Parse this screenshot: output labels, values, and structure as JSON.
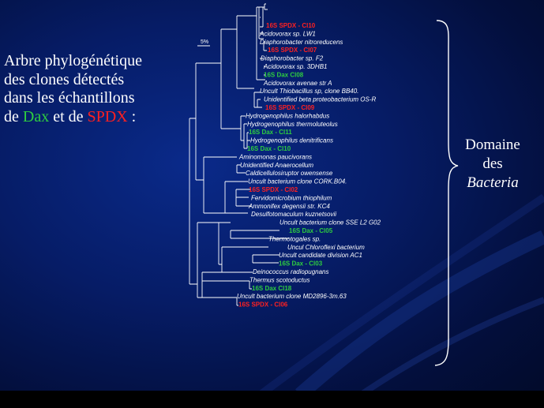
{
  "title": {
    "line1": "Arbre phylogénétique",
    "line2": "des clones détectés",
    "line3": "dans les échantillons",
    "line4_prefix": "de ",
    "dax_word": "Dax",
    "line4_mid": " et de ",
    "spdx_word": "SPDX",
    "line4_suffix": " :"
  },
  "domain": {
    "line1": "Domaine",
    "line2": "des",
    "line3": "Bacteria"
  },
  "scale_bar": "5%",
  "colors": {
    "dax": "#2ecc40",
    "spdx": "#ff2020",
    "text": "#ffffff"
  },
  "leaves": [
    {
      "label": "16S SPDX - Cl10",
      "group": "spdx"
    },
    {
      "label": "Acidovorax sp. LW1",
      "group": "ref"
    },
    {
      "label": "Diaphorobacter nitroreducens",
      "group": "ref"
    },
    {
      "label": "16S SPDX - Cl07",
      "group": "spdx"
    },
    {
      "label": "Diaphorobacter sp. F2",
      "group": "ref"
    },
    {
      "label": "Acidovorax sp. 3DHB1",
      "group": "ref"
    },
    {
      "label": "16S Dax Cl08",
      "group": "dax"
    },
    {
      "label": "Acidovorax avenae str A",
      "group": "ref"
    },
    {
      "label": "Uncult Thiobacillus sp, clone BB40.",
      "group": "ref"
    },
    {
      "label": "Unidentified beta proteobacterium OS-R",
      "group": "ref"
    },
    {
      "label": "16S SPDX - Cl09",
      "group": "spdx"
    },
    {
      "label": "Hydrogenophilus halorhabdus",
      "group": "ref"
    },
    {
      "label": "Hydrogenophilus thermoluteolus",
      "group": "ref"
    },
    {
      "label": "16S Dax - Cl11",
      "group": "dax"
    },
    {
      "label": "Hydrogenophilus denitrificans",
      "group": "ref"
    },
    {
      "label": "16S Dax - Cl10",
      "group": "dax"
    },
    {
      "label": "Aminomonas paucivorans",
      "group": "ref"
    },
    {
      "label": "Unidentified Anaerocellum",
      "group": "ref"
    },
    {
      "label": "Caldicellulosiruptor owensense",
      "group": "ref"
    },
    {
      "label": "Uncult bacterium clone CORK.B04.",
      "group": "ref"
    },
    {
      "label": "16S SPDX - Cl02",
      "group": "spdx"
    },
    {
      "label": "Fervidomicrobium thiophilum",
      "group": "ref"
    },
    {
      "label": "Ammonifex degensii str. KC4",
      "group": "ref"
    },
    {
      "label": "Desulfotomaculum kuznetsovii",
      "group": "ref"
    },
    {
      "label": "Uncult bacterium clone SSE L2 G02",
      "group": "ref"
    },
    {
      "label": "16S Dax - Cl05",
      "group": "dax"
    },
    {
      "label": "Thermotogales sp.",
      "group": "ref"
    },
    {
      "label": "Uncul Chloroflexi bacterium",
      "group": "ref"
    },
    {
      "label": "Uncult candidate division AC1",
      "group": "ref"
    },
    {
      "label": "16S Dax - Cl03",
      "group": "dax"
    },
    {
      "label": "Deinococcus radiopugnans",
      "group": "ref"
    },
    {
      "label": "Thermus scotoductus",
      "group": "ref"
    },
    {
      "label": "16S Dax Cl18",
      "group": "dax"
    },
    {
      "label": "Uncult bacterium clone MD2896-3m.63",
      "group": "ref"
    },
    {
      "label": "16S SPDX - Cl06",
      "group": "spdx"
    }
  ]
}
